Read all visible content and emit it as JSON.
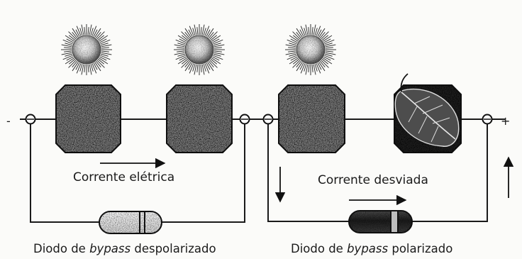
{
  "left_circuit": {
    "current_label": "Corrente elétrica",
    "diode_caption_prefix": "Diodo de ",
    "diode_caption_emph": "bypass",
    "diode_caption_suffix": " despolarizado"
  },
  "right_circuit": {
    "current_label": "Corrente desviada",
    "diode_caption_prefix": "Diodo de ",
    "diode_caption_emph": "bypass",
    "diode_caption_suffix": " polarizado"
  },
  "terminals": {
    "negative": "-",
    "positive": "+"
  },
  "icons": {
    "sun": "sun-icon",
    "cell": "solar-cell-icon",
    "shaded_cell": "leaf-shaded-cell-icon",
    "diode": "bypass-diode-icon"
  }
}
